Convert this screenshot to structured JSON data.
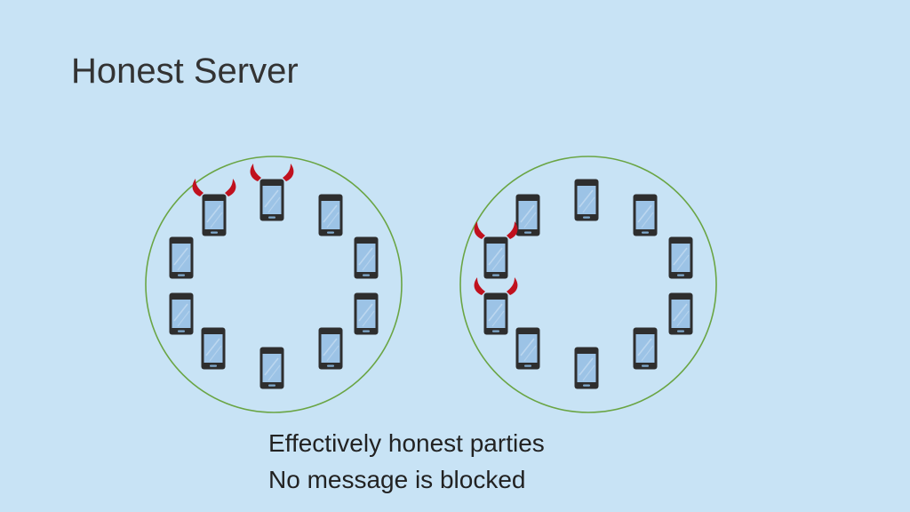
{
  "title": "Honest Server",
  "caption": {
    "line1": "Effectively honest parties",
    "line2": "No message is blocked"
  },
  "colors": {
    "background": "#c8e3f5",
    "circle": "#6aa544",
    "phone_body": "#2e2e2e",
    "phone_screen": "#9cc3e6",
    "horn": "#c0111e"
  },
  "icons": {
    "device": "smartphone-icon",
    "malicious_marker": "devil-horns-icon"
  },
  "groups": [
    {
      "name": "left-group",
      "phones": 10,
      "malicious": 2
    },
    {
      "name": "right-group",
      "phones": 10,
      "malicious": 2
    }
  ]
}
